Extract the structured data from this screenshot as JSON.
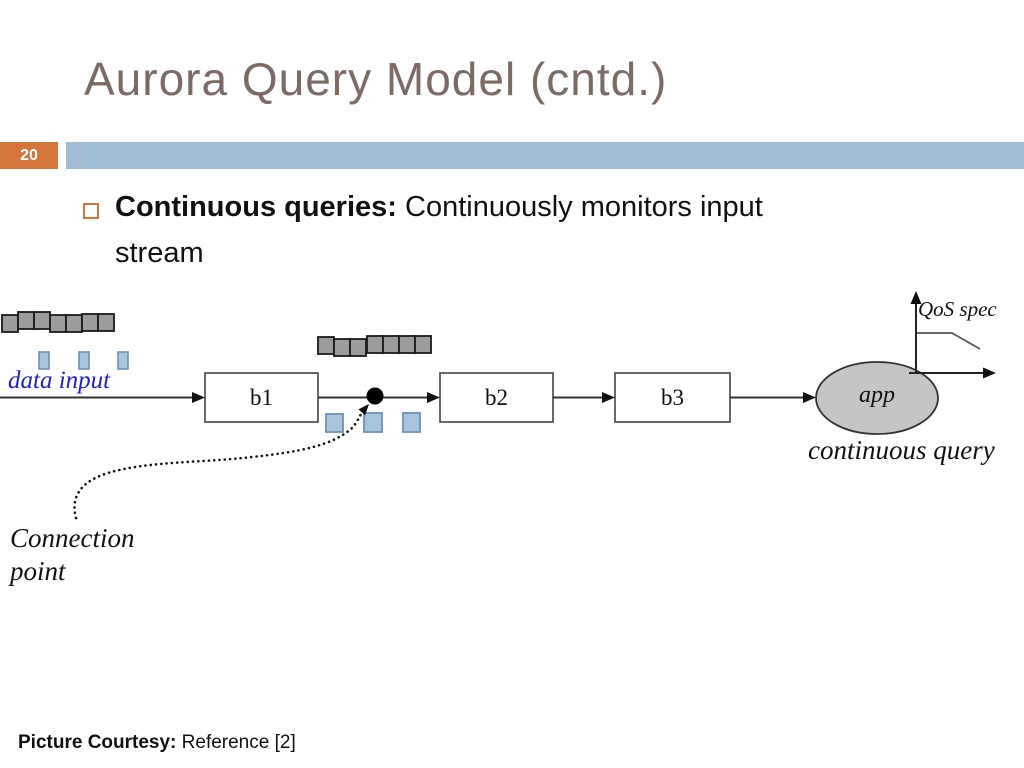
{
  "slide": {
    "title": "Aurora Query Model (cntd.)",
    "page_number": "20"
  },
  "bullet": {
    "lead": "Continuous queries:",
    "line1_rest": " Continuously monitors input",
    "line2": "stream"
  },
  "diagram": {
    "data_input_label": "data input",
    "boxes": [
      "b1",
      "b2",
      "b3"
    ],
    "app_label": "app",
    "qos_spec_label": "QoS spec",
    "continuous_query_label": "continuous query",
    "connection_point_line1": "Connection",
    "connection_point_line2": "point"
  },
  "footer": {
    "courtesy_label": "Picture Courtesy:",
    "courtesy_text": "Reference [2]"
  },
  "colors": {
    "accent_orange": "#d4763c",
    "band_blue": "#a2bcd6",
    "title_brown": "#7c6b62",
    "data_input_blue": "#2121bd",
    "tuple_gray_fill": "#9c9c9c",
    "tuple_blue_fill": "#aac4dd",
    "tuple_blue_border": "#6a93b5",
    "app_ellipse_fill": "#c5c5c5"
  }
}
